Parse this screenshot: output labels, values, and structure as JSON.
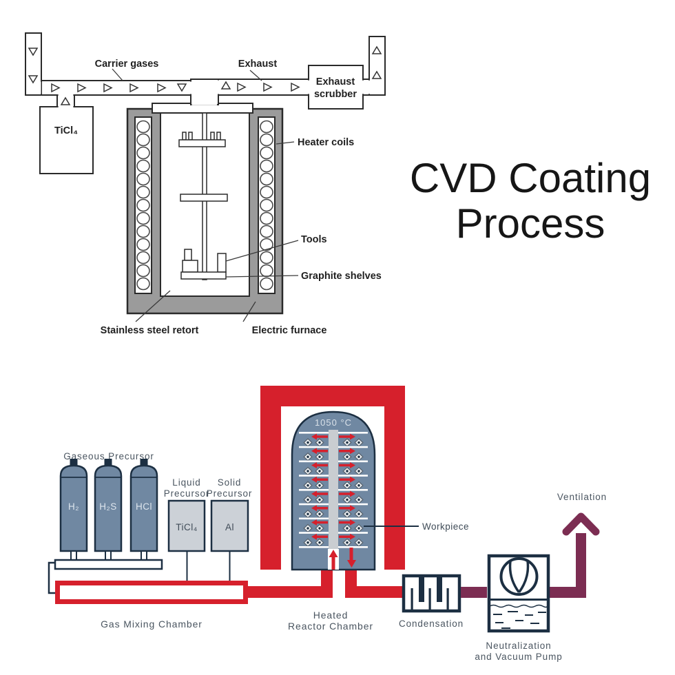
{
  "title": {
    "text": "CVD Coating Process"
  },
  "colors": {
    "red": "#d6202c",
    "maroon": "#7c2d52",
    "navy": "#1c2f42",
    "slate_blue": "#7088a2",
    "light_gray": "#ccd1d7",
    "column_gray": "#c9cdd1",
    "furnace_gray": "#9b9b9b",
    "label_gray": "#4a5560"
  },
  "top_diagram": {
    "labels": {
      "carrier_gases": "Carrier gases",
      "exhaust": "Exhaust",
      "scrubber_line1": "Exhaust",
      "scrubber_line2": "scrubber",
      "ticl4": "TiCl₄",
      "heater_coils": "Heater coils",
      "tools": "Tools",
      "graphite_shelves": "Graphite shelves",
      "stainless_steel_retort": "Stainless steel retort",
      "electric_furnace": "Electric furnace"
    }
  },
  "bottom_diagram": {
    "temperature": "1050 °C",
    "labels": {
      "gaseous_precursor": "Gaseous Precursor",
      "cyl_h2": "H₂",
      "cyl_h2s": "H₂S",
      "cyl_hcl": "HCl",
      "liquid_precursor_line1": "Liquid",
      "liquid_precursor_line2": "Precursor",
      "solid_precursor_line1": "Solid",
      "solid_precursor_line2": "Precursor",
      "ticl4": "TiCl₄",
      "al": "Al",
      "gas_mixing_chamber": "Gas Mixing Chamber",
      "heated_line1": "Heated",
      "heated_line2": "Reactor Chamber",
      "workpiece": "Workpiece",
      "condensation": "Condensation",
      "neutralization_line1": "Neutralization",
      "neutralization_line2": "and Vacuum Pump",
      "ventilation": "Ventilation"
    }
  }
}
